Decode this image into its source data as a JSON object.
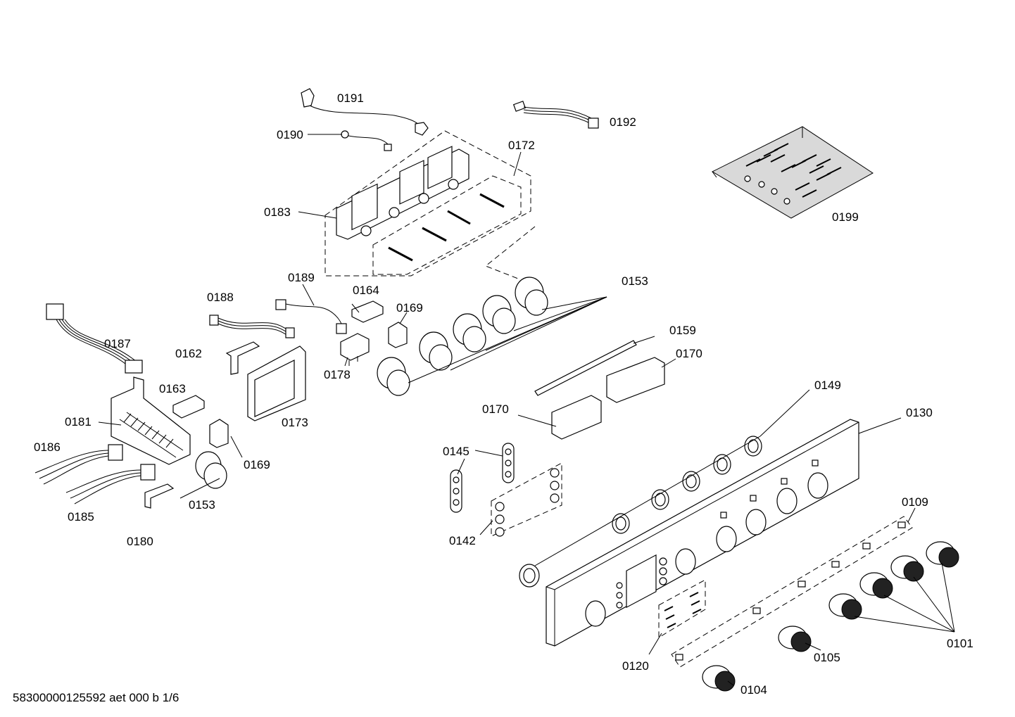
{
  "footer": {
    "drawing_id": "58300000125592 aet 000 b 1/6"
  },
  "parts": {
    "p0191": "0191",
    "p0192": "0192",
    "p0190": "0190",
    "p0172": "0172",
    "p0183": "0183",
    "p0199": "0199",
    "p0189": "0189",
    "p0188": "0188",
    "p0164": "0164",
    "p0153a": "0153",
    "p0169a": "0169",
    "p0187": "0187",
    "p0159": "0159",
    "p0162": "0162",
    "p0170a": "0170",
    "p0178": "0178",
    "p0163": "0163",
    "p0149": "0149",
    "p0181": "0181",
    "p0173": "0173",
    "p0170b": "0170",
    "p0130": "0130",
    "p0186": "0186",
    "p0145": "0145",
    "p0169b": "0169",
    "p0185": "0185",
    "p0153b": "0153",
    "p0109": "0109",
    "p0142": "0142",
    "p0180": "0180",
    "p0101": "0101",
    "p0105": "0105",
    "p0120": "0120",
    "p0104": "0104"
  }
}
